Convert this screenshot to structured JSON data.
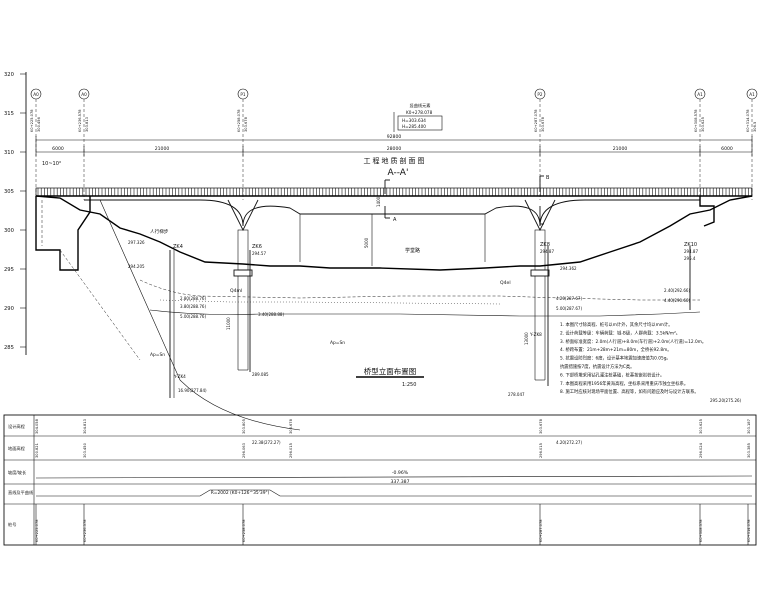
{
  "elevation_axis": {
    "ticks": [
      "320",
      "315",
      "310",
      "305",
      "300",
      "295",
      "290",
      "285"
    ]
  },
  "axis_markers": [
    {
      "label": "A0",
      "stake": "K0+225.078",
      "elev": "300.456"
    },
    {
      "label": "A0",
      "stake": "K0+236.578",
      "elev": "303.813"
    },
    {
      "label": "P1",
      "stake": "K0+258.078",
      "elev": "303.678"
    },
    {
      "label": "P2",
      "stake": "K0+287.078",
      "elev": "303.678"
    },
    {
      "label": "A1",
      "stake": "K0+308.578",
      "elev": "303.625"
    },
    {
      "label": "A1",
      "stake": "K0+314.078",
      "elev": "306.5"
    }
  ],
  "vertical_curve": {
    "title": "竖曲线元素",
    "line1": "K0+278.078",
    "line2": "H=285.400",
    "line3": "H=303.634"
  },
  "dimensions": {
    "total": "92800",
    "main": "28000",
    "spans": [
      "6000",
      "21000",
      "21000",
      "6000"
    ],
    "clearance": "5000",
    "girder": "1400"
  },
  "labels": {
    "title_top": "工程地质剖面图",
    "section_aa": "A--A'",
    "section_b": "B",
    "section_a": "A",
    "slope": "10~10°",
    "walkway": "人行梯步",
    "road": "学堂路",
    "drawing_title": "桥型立面布置图",
    "scale": "1:250",
    "soil1": "Q4ml",
    "soil2": "Q4el",
    "rock1": "Ap=Sn",
    "rock2": "Ap=Sn"
  },
  "boreholes": [
    {
      "name": "ZK4",
      "top": "297.326",
      "level": "294.205"
    },
    {
      "name": "ZK6",
      "top": "294.57",
      "level": "294.57"
    },
    {
      "name": "ZK8",
      "top": "294.87",
      "level": "294.362"
    },
    {
      "name": "ZK10",
      "top": "294.87",
      "level": "295.4"
    },
    {
      "name": "Y-ZK4",
      "top": "",
      "level": ""
    },
    {
      "name": "Y-ZK8",
      "top": "",
      "level": ""
    }
  ],
  "layer_notes": [
    "2.80(288.76)",
    "3.80(288.76)",
    "5.00(288.76)",
    "3.40(288.88)",
    "4.20(287.67)",
    "5.00(287.67)",
    "2.40(292.66)",
    "4.40(290.66)",
    "16.90(277.84)",
    "289.085",
    "278.047",
    "295.20(275.26)"
  ],
  "pile_dims": {
    "p1": "11000",
    "p2": "13000"
  },
  "notes": [
    "1. 本图尺寸除高程、桩号以m计外，其余尺寸均以mm计。",
    "2. 设计荷载等级：车辆荷载：城-B级，人群荷载：3.5kN/m²。",
    "3. 桥面标准宽度：2.0m(人行道)+8.0m(车行道)+2.0m(人行道)=12.0m。",
    "4. 桥跨布置：21m+28m+21m=80m，全桥长92.8m。",
    "5. 抗震设防烈度：6度，设计基本地震加速度值为0.05g。",
    "   抗震措施按7度，抗震设计方法为C类。",
    "6. 下部桥墩采用钻孔灌注桩基础，桩基按嵌岩桩设计。",
    "7. 本图高程采用1956年黄海高程，坐标系采用重庆市独立坐标系。",
    "8. 施工时应核对现场平面位置、高程等，如有问题应及时与设计方联系。"
  ],
  "table": {
    "row_labels": [
      "设计高程",
      "地面高程",
      "坡度/坡长",
      "直线及平曲线",
      "桩号"
    ],
    "design_elev": [
      "304.058",
      "304.813",
      "303.805",
      "303.678",
      "303.678",
      "303.625",
      "303.187"
    ],
    "ground_elev": [
      "300.821",
      "303.450",
      "296.063",
      "296.015",
      "296.015",
      "296.024",
      "303.385"
    ],
    "grade1": "-0.96%",
    "grade_len": "337.387",
    "curve": "R=2002 (K0+126^35'39\")",
    "elev_extra": "22.38(272.27)",
    "elev_extra2": "4.20(272.27)",
    "stakes": [
      "K0+225.078",
      "K0+236.578",
      "K0+258.078",
      "K0+287.078",
      "K0+308.578",
      "K0+314.078"
    ]
  }
}
